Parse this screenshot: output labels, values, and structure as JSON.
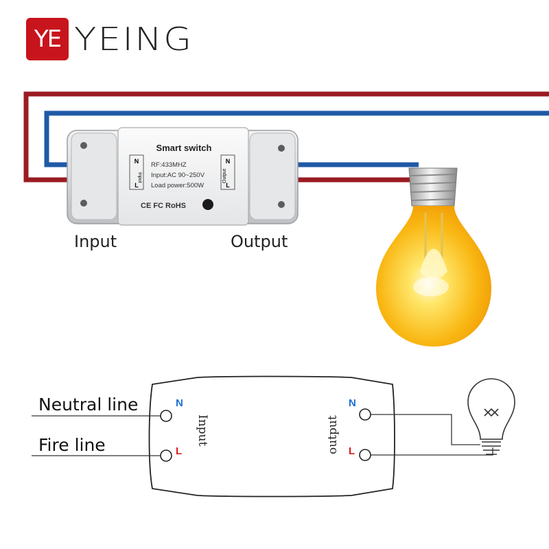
{
  "brand": {
    "badge": "YE",
    "name": "YEING"
  },
  "device": {
    "title": "Smart switch",
    "rf": "RF:433MHZ",
    "input_spec": "Input:AC 90~250V",
    "load": "Load power:500W",
    "certs": "CE FC RoHS",
    "input_terminal": {
      "n": "N",
      "label": "Input",
      "l": "L"
    },
    "output_terminal": {
      "n": "N",
      "label": "Output",
      "l": "L"
    }
  },
  "labels": {
    "input": "Input",
    "output": "Output"
  },
  "schematic": {
    "neutral_line": "Neutral line",
    "fire_line": "Fire line",
    "input_text": "Input",
    "output_text": "output",
    "n_left": "N",
    "l_left": "L",
    "n_right": "N",
    "l_right": "L"
  },
  "colors": {
    "brand_red": "#c8141c",
    "wire_red": "#9b1b22",
    "wire_blue": "#1f5aa6",
    "terminal_n": "#1a6fd0",
    "terminal_l": "#d81e1e"
  }
}
